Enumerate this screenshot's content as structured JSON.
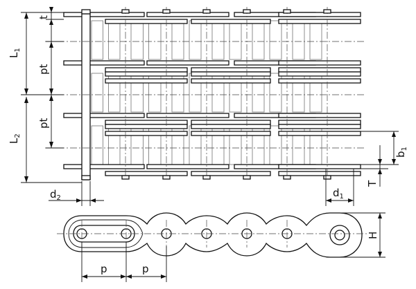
{
  "labels": {
    "l1": "L",
    "l1_sub": "1",
    "l2": "L",
    "l2_sub": "2",
    "t": "t",
    "pt_upper": "pt",
    "pt_lower": "pt",
    "d2": "d",
    "d2_sub": "2",
    "d1": "d",
    "d1_sub": "1",
    "b1": "b",
    "b1_sub": "1",
    "T": "T",
    "H": "H",
    "p_left": "p",
    "p_right": "p"
  }
}
